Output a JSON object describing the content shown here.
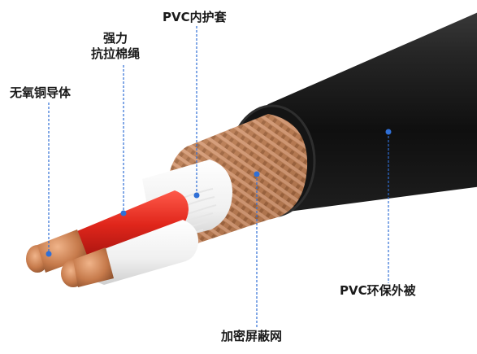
{
  "labels": {
    "pvc_inner": "PVC内护套",
    "strength_line1": "强力",
    "strength_line2": "抗拉棉绳",
    "copper": "无氧铜导体",
    "pvc_outer": "PVC环保外被",
    "shield": "加密屏蔽网"
  },
  "colors": {
    "jacket": "#161616",
    "braid": "#b87d55",
    "red_insulation": "#e02b20",
    "white_insulation": "#f2f2f2",
    "copper": "#c77b4d",
    "leader_line": "#2f6fd6"
  }
}
